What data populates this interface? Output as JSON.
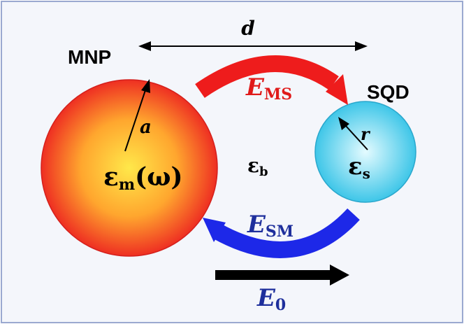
{
  "labels": {
    "mnp": "MNP",
    "sqd": "SQD",
    "distance": "d",
    "mnp_radius": "a",
    "sqd_radius": "r",
    "background_permittivity_symbol": "ε",
    "background_permittivity_sub": "b",
    "mnp_permittivity_symbol": "ε",
    "mnp_permittivity_sub": "m",
    "mnp_permittivity_arg": "(ω)",
    "sqd_permittivity_symbol": "ε",
    "sqd_permittivity_sub": "s",
    "field_ms_symbol": "E",
    "field_ms_sub": "MS",
    "field_sm_symbol": "E",
    "field_sm_sub": "SM",
    "field_0_symbol": "E",
    "field_0_sub": "0"
  },
  "colors": {
    "background": "#f4f6fb",
    "border": "#9aa9d0",
    "mnp_center": "#ffe84a",
    "mnp_edge": "#ee2f22",
    "sqd_center": "#e4fbff",
    "sqd_edge": "#3ec6e8",
    "arrow_ms": "#ee1c1c",
    "arrow_sm": "#1d28e8",
    "label_ms": "#e01a1a",
    "label_sm": "#1e2f9c",
    "label_e0": "#1e2f9c",
    "arrow_e0": "#000000",
    "text": "#000000"
  },
  "icons": {
    "distance_arrow": "double-headed-arrow",
    "mnp_radius_arrow": "radius-arrow",
    "sqd_radius_arrow": "radius-arrow",
    "ms_arrow": "curved-arrow-right",
    "sm_arrow": "curved-arrow-left",
    "e0_arrow": "thick-arrow-right"
  }
}
